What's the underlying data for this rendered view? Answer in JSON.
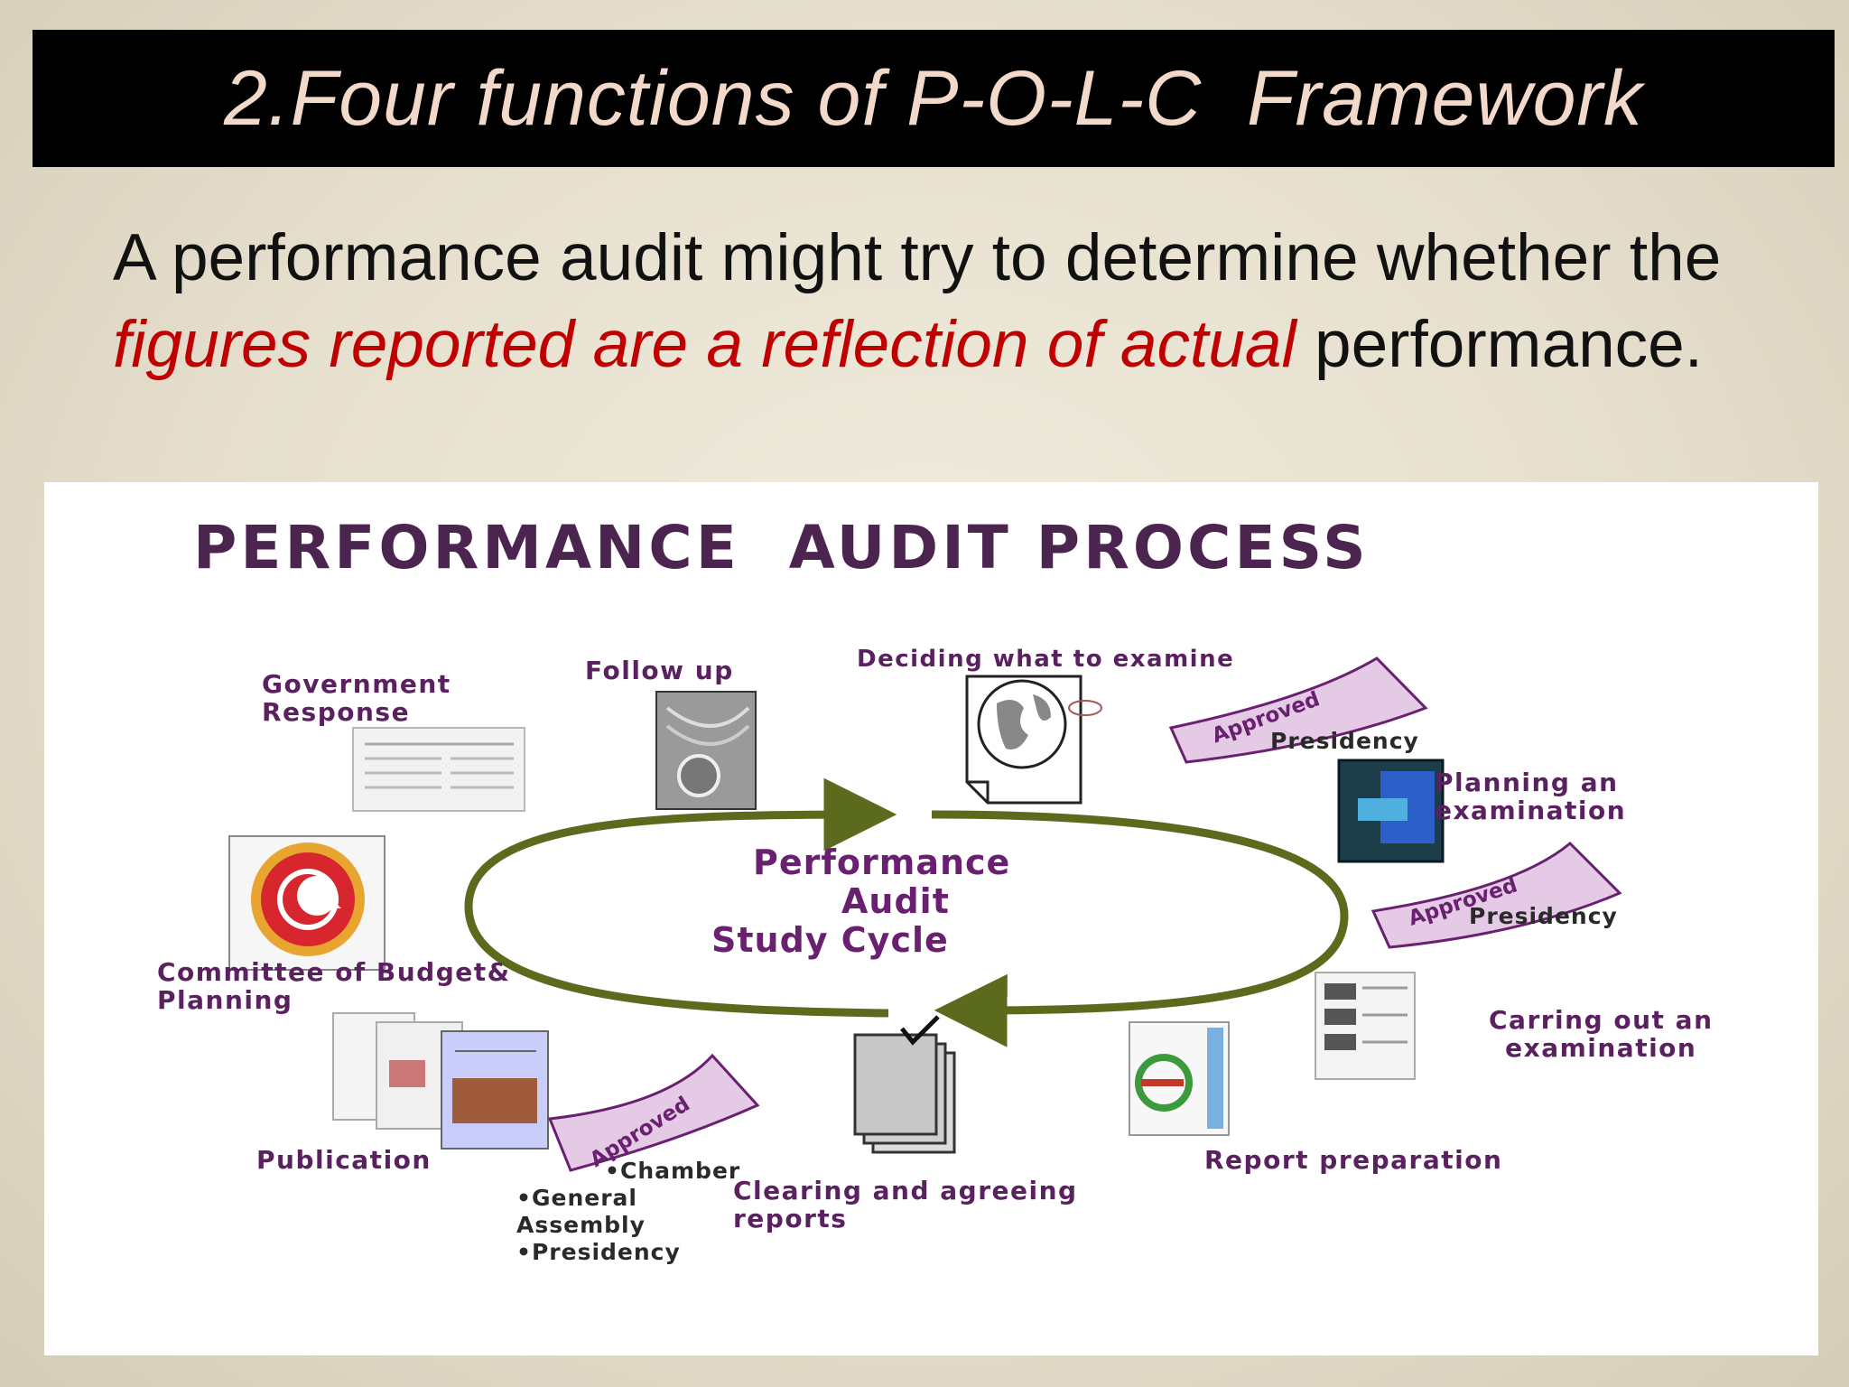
{
  "slide": {
    "title": "2.Four functions of P-O-L-C  Framework",
    "intro_before": "A performance audit might try to determine whether the ",
    "intro_highlight": "figures reported are a reflection of actual",
    "intro_after": " performance."
  },
  "diagram": {
    "title": "PERFORMANCE  AUDIT PROCESS",
    "center": [
      "Performance",
      "Audit",
      "Study Cycle"
    ],
    "stages": {
      "deciding": "Deciding what to examine",
      "planning": "Planning an\nexamination",
      "carrying": "Carring out an\nexamination",
      "report": "Report preparation",
      "clearing": "Clearing and agreeing\nreports",
      "publication": "Publication",
      "committee": "Committee of Budget&\nPlanning",
      "government": "Government\nResponse",
      "follow_up": "Follow up"
    },
    "approvals": {
      "ribbon_label": "Approved",
      "presidency_1": "Presidency",
      "presidency_2": "Presidency",
      "chamber": "•Chamber",
      "general_assembly": "•General\nAssembly",
      "presidency_3": "•Presidency"
    }
  }
}
